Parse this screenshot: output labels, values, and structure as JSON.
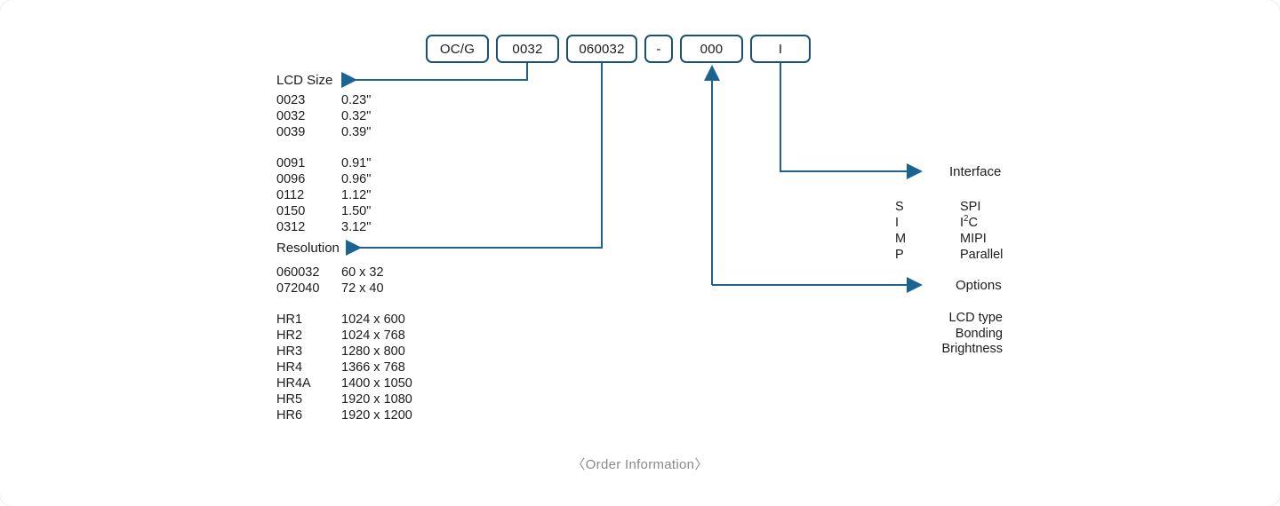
{
  "part_number_boxes": [
    {
      "label": "OC/G",
      "name": "box-series"
    },
    {
      "label": "0032",
      "name": "box-lcd-size"
    },
    {
      "label": "060032",
      "name": "box-resolution"
    },
    {
      "label": "-",
      "name": "box-dash"
    },
    {
      "label": "000",
      "name": "box-options"
    },
    {
      "label": "I",
      "name": "box-interface"
    }
  ],
  "lcd_size": {
    "title": "LCD Size",
    "group_a": [
      {
        "code": "0023",
        "value": "0.23\""
      },
      {
        "code": "0032",
        "value": "0.32\""
      },
      {
        "code": "0039",
        "value": "0.39\""
      }
    ],
    "group_b": [
      {
        "code": "0091",
        "value": "0.91\""
      },
      {
        "code": "0096",
        "value": "0.96\""
      },
      {
        "code": "0112",
        "value": "1.12\""
      },
      {
        "code": "0150",
        "value": "1.50\""
      },
      {
        "code": "0312",
        "value": "3.12\""
      }
    ]
  },
  "resolution": {
    "title": "Resolution",
    "group_a": [
      {
        "code": "060032",
        "value": "60 x 32"
      },
      {
        "code": "072040",
        "value": "72 x 40"
      }
    ],
    "group_b": [
      {
        "code": "HR1",
        "value": "1024 x 600"
      },
      {
        "code": "HR2",
        "value": "1024 x 768"
      },
      {
        "code": "HR3",
        "value": "1280 x 800"
      },
      {
        "code": "HR4",
        "value": "1366 x 768"
      },
      {
        "code": "HR4A",
        "value": "1400 x 1050"
      },
      {
        "code": "HR5",
        "value": "1920 x 1080"
      },
      {
        "code": "HR6",
        "value": "1920 x 1200"
      }
    ]
  },
  "interface": {
    "title": "Interface",
    "items": [
      {
        "code": "S",
        "value": "SPI"
      },
      {
        "code": "I",
        "value": "I2C",
        "sup": true,
        "pre": "I",
        "post": "C",
        "supchar": "2"
      },
      {
        "code": "M",
        "value": "MIPI"
      },
      {
        "code": "P",
        "value": "Parallel"
      }
    ]
  },
  "options": {
    "title": "Options",
    "items": [
      "LCD type",
      "Bonding",
      "Brightness"
    ]
  },
  "caption": "〈Order Information〉",
  "colors": {
    "line": "#1b6390",
    "box_border": "#1b5175",
    "text": "#1b1b1b",
    "caption": "#8a8a8a"
  }
}
